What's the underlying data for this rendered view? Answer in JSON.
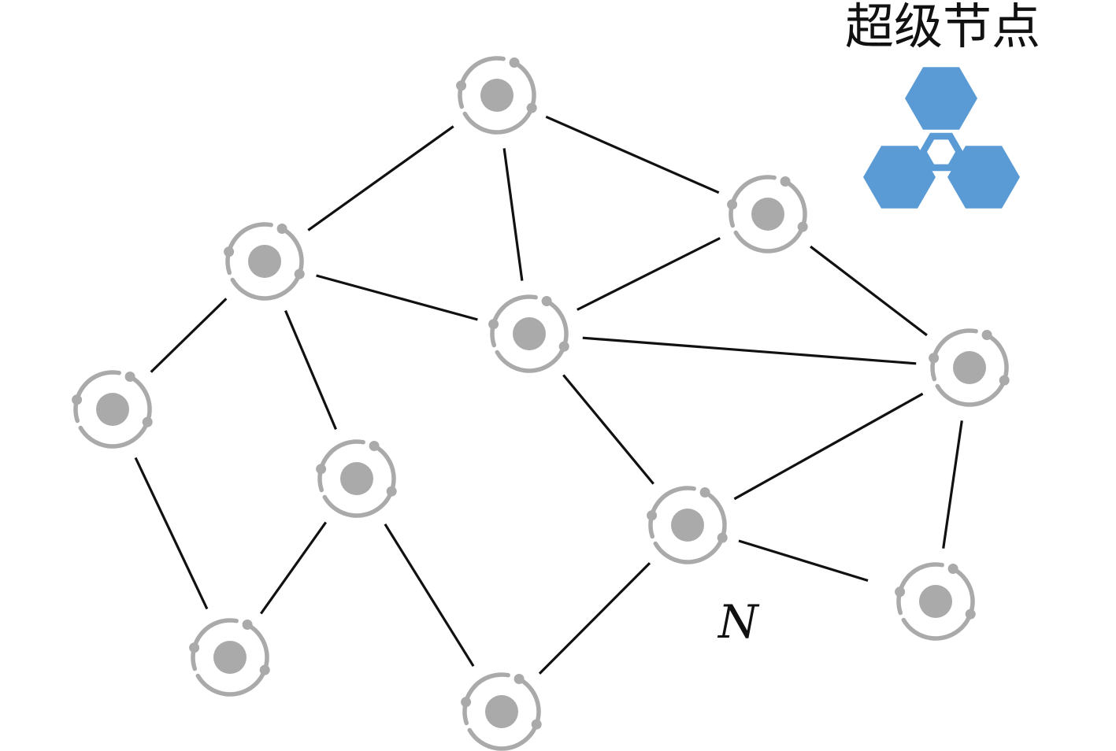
{
  "legend": {
    "label": "超级节点",
    "icon": "super-node-hexagon-icon",
    "color": "#5b9bd5"
  },
  "node_icon": "node-orbit-icon",
  "node_color": "#aaaaaa",
  "edge_color": "#111111",
  "labeled_node": {
    "label": "N"
  },
  "nodes": [
    {
      "id": "n1"
    },
    {
      "id": "n2"
    },
    {
      "id": "n3"
    },
    {
      "id": "n4"
    },
    {
      "id": "n5"
    },
    {
      "id": "n6"
    },
    {
      "id": "n7"
    },
    {
      "id": "n8"
    },
    {
      "id": "n9"
    },
    {
      "id": "n10"
    },
    {
      "id": "n11"
    },
    {
      "id": "n12"
    }
  ],
  "edges": [
    [
      "n1",
      "n3"
    ],
    [
      "n1",
      "n2"
    ],
    [
      "n1",
      "n4"
    ],
    [
      "n3",
      "n4"
    ],
    [
      "n2",
      "n4"
    ],
    [
      "n2",
      "n6"
    ],
    [
      "n3",
      "n5"
    ],
    [
      "n3",
      "n7"
    ],
    [
      "n4",
      "n6"
    ],
    [
      "n4",
      "n8"
    ],
    [
      "n6",
      "n8"
    ],
    [
      "n6",
      "n9"
    ],
    [
      "n5",
      "n10"
    ],
    [
      "n7",
      "n10"
    ],
    [
      "n7",
      "n11"
    ],
    [
      "n8",
      "n11"
    ],
    [
      "n8",
      "n12"
    ]
  ]
}
